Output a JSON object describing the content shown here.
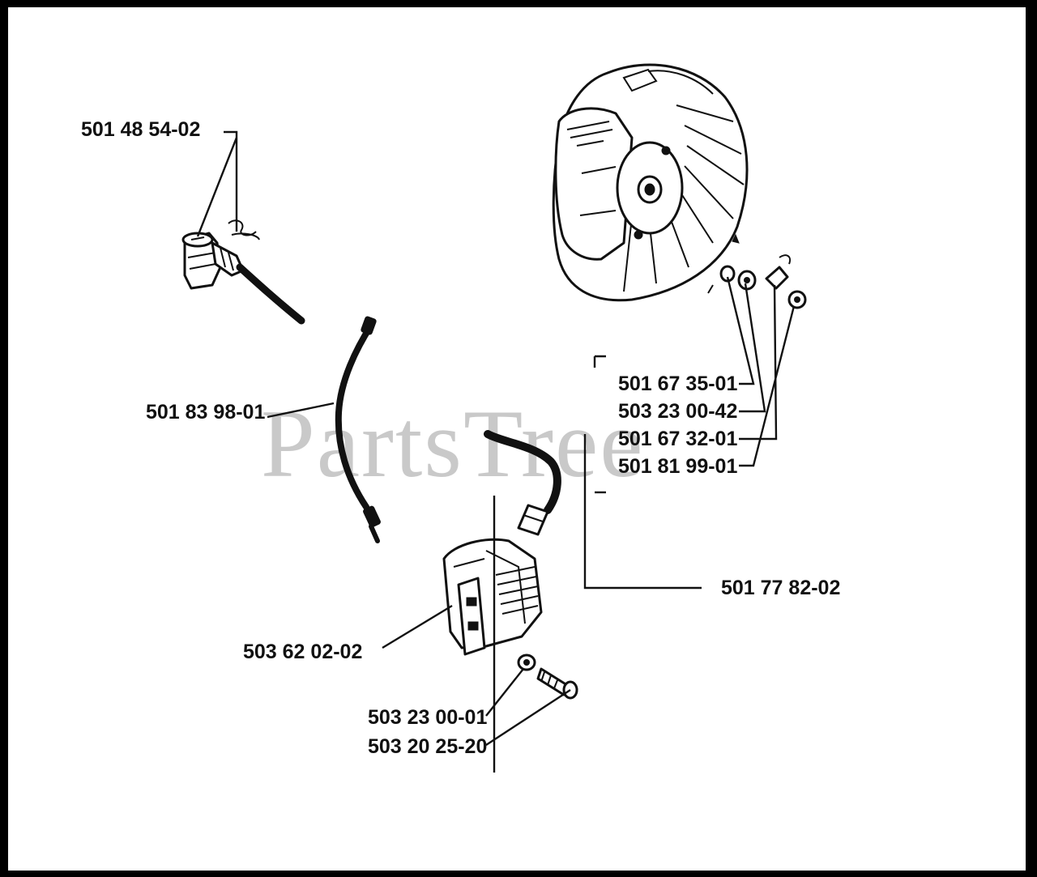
{
  "watermark": {
    "text": "PartsTree",
    "color": "#c9c9c9"
  },
  "part_labels": [
    {
      "id": "p1",
      "text": "501 48 54-02"
    },
    {
      "id": "p2",
      "text": "501 83 98-01"
    },
    {
      "id": "p3",
      "text": "501 67 35-01"
    },
    {
      "id": "p4",
      "text": "503 23 00-42"
    },
    {
      "id": "p5",
      "text": "501 67 32-01"
    },
    {
      "id": "p6",
      "text": "501 81 99-01"
    },
    {
      "id": "p7",
      "text": "501 77 82-02"
    },
    {
      "id": "p8",
      "text": "503 62 02-02"
    },
    {
      "id": "p9",
      "text": "503 23 00-01"
    },
    {
      "id": "p10",
      "text": "503 20 25-20"
    }
  ],
  "components": [
    {
      "id": "spark-plug-cap",
      "icon": "spark-plug-cap-icon"
    },
    {
      "id": "ignition-lead",
      "icon": "ignition-lead-icon"
    },
    {
      "id": "flywheel",
      "icon": "flywheel-icon"
    },
    {
      "id": "ignition-module",
      "icon": "ignition-coil-icon"
    },
    {
      "id": "washer-nut-set",
      "icon": "washer-icon"
    },
    {
      "id": "module-screw",
      "icon": "screw-icon"
    }
  ]
}
